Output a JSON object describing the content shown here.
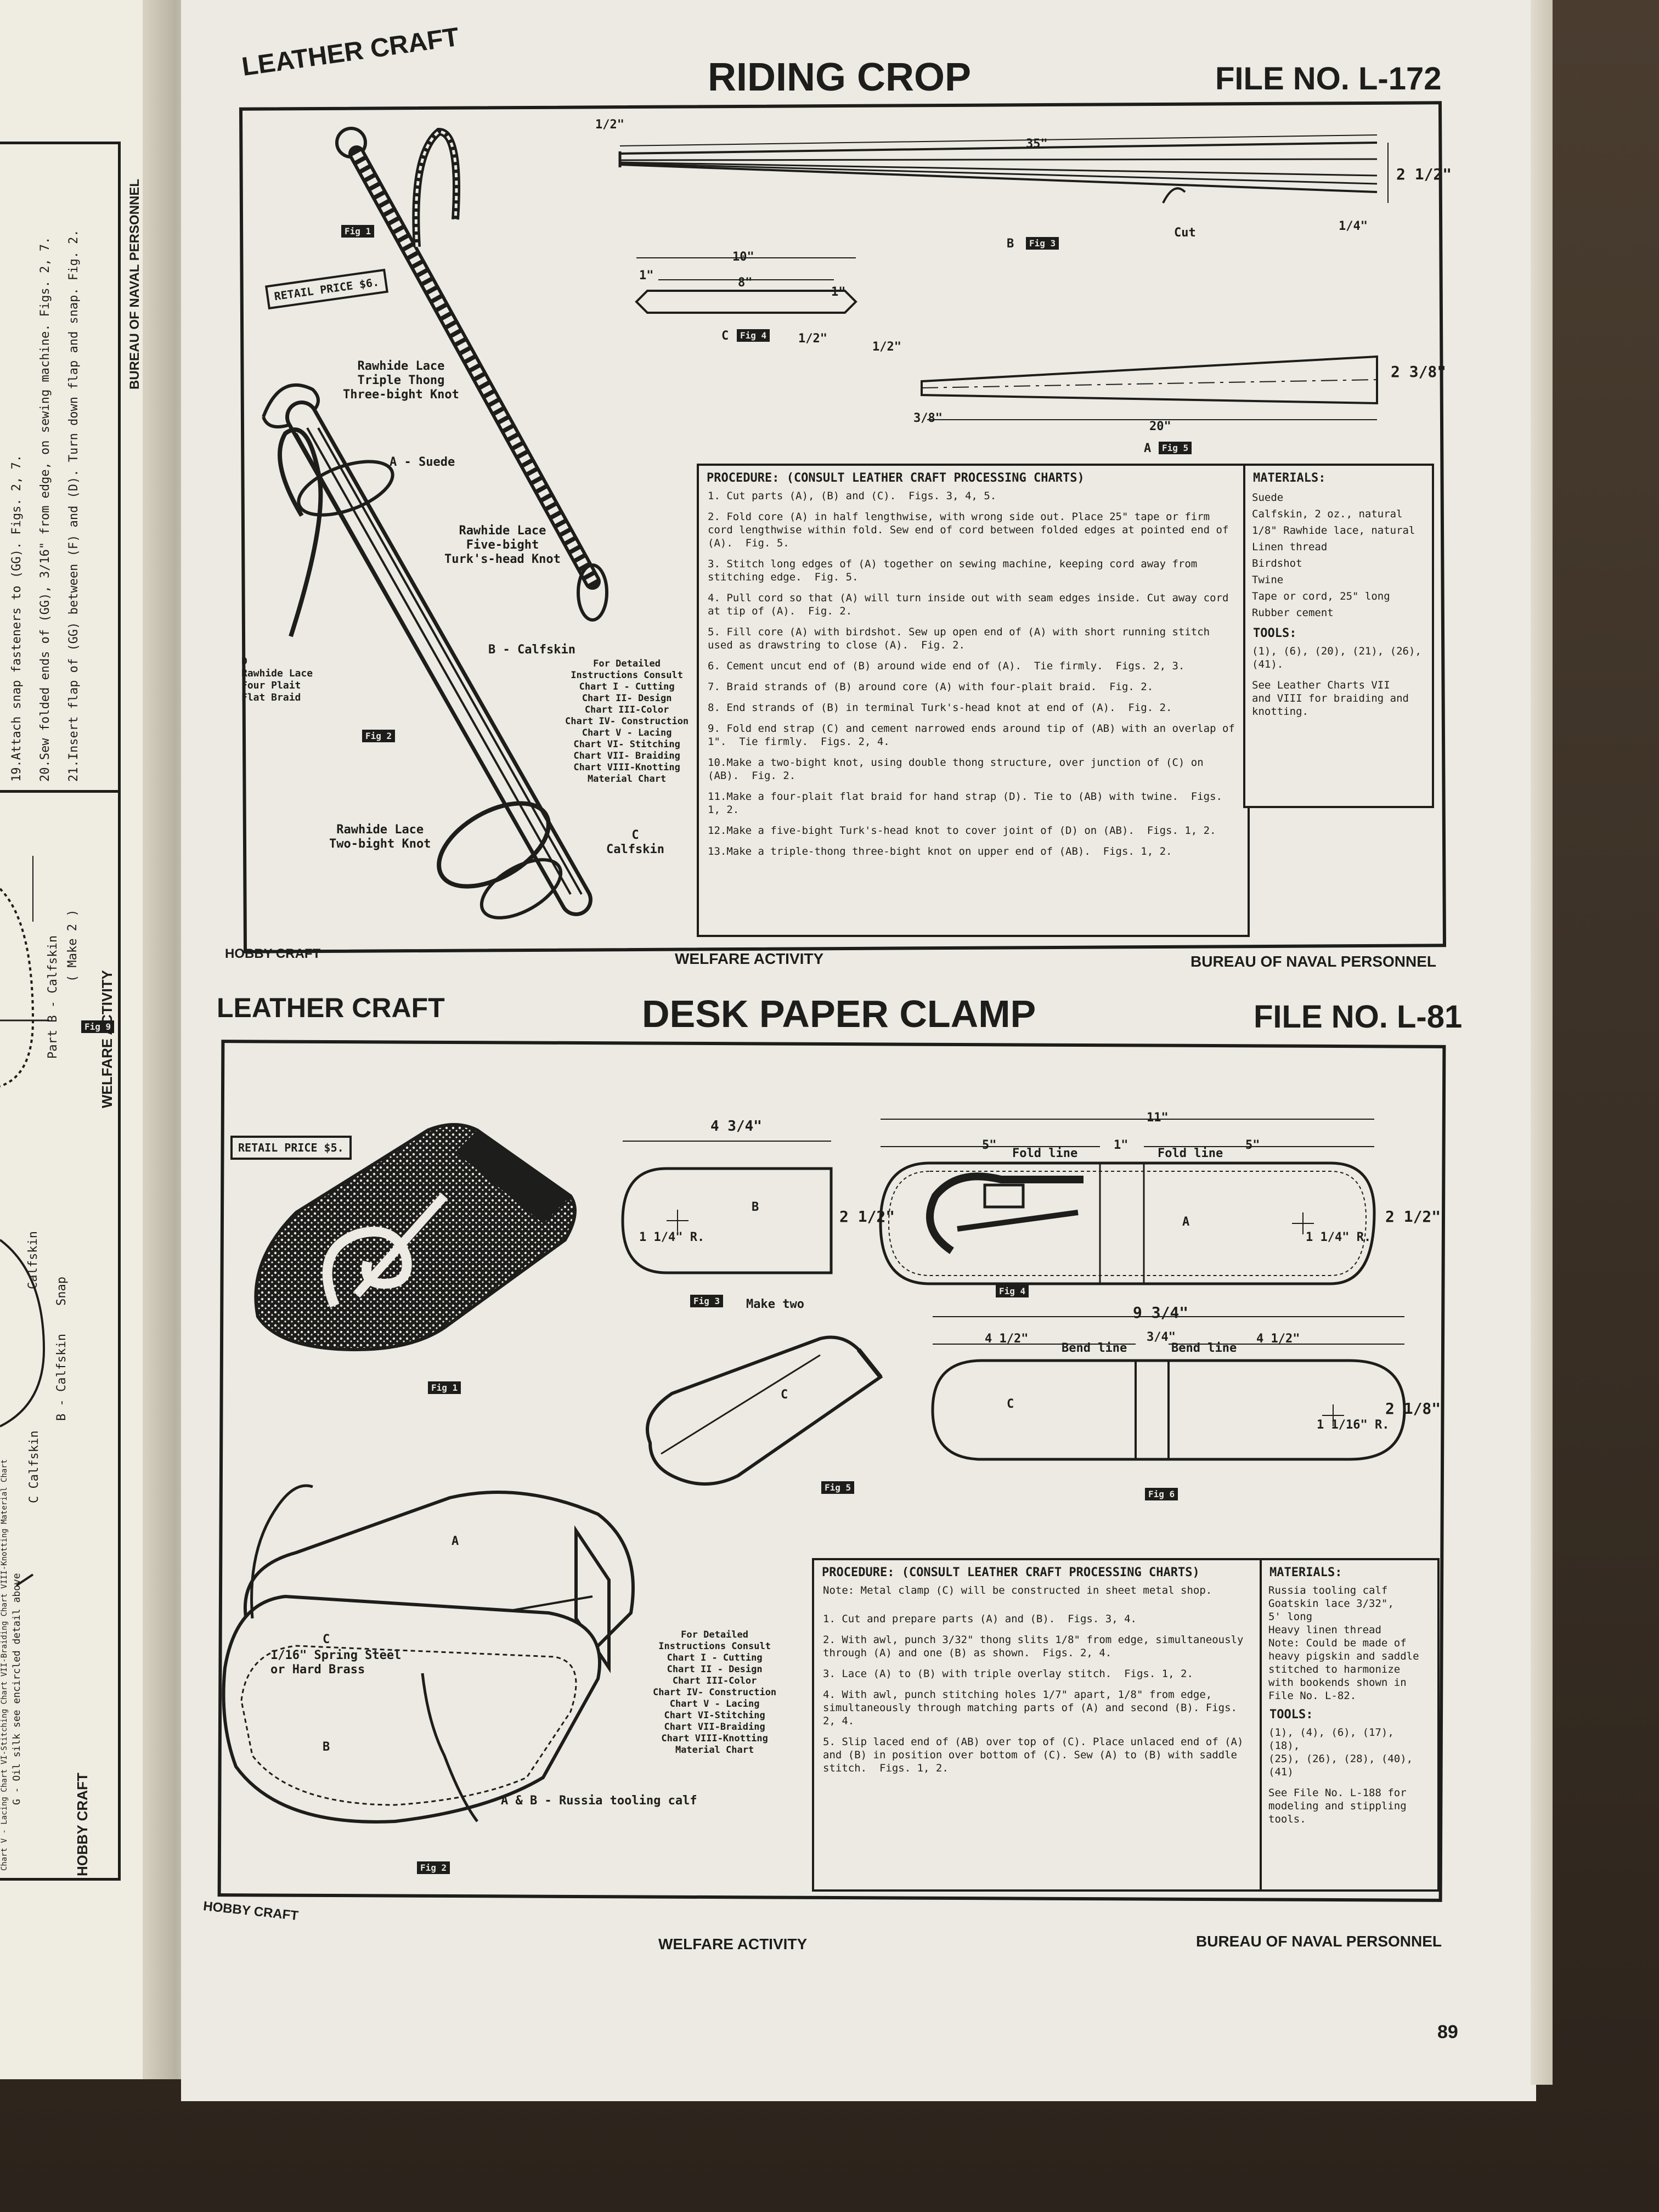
{
  "left_page": {
    "bureau": "BUREAU OF NAVAL PERSONNEL",
    "welfare": "WELFARE ACTIVITY",
    "hobby": "HOBBY CRAFT",
    "steps": [
      "19.Attach snap fasteners to (GG). Figs. 2, 7.",
      "20.Sew folded ends of (GG), 3/16\" from edge, on sewing machine. Figs. 2, 7.",
      "21.Insert flap of (GG) between (F) and (D). Turn down flap and snap. Fig. 2."
    ],
    "part_b": "Part B - Calfskin",
    "fig9": "Fig 9",
    "make2": "( Make 2 )",
    "calfskin": "Calfskin",
    "snap": "Snap",
    "b_calfskin": "B - Calfskin",
    "c_calfskin": "C Calfskin",
    "g_oil": "G - Oil silk see encircled detail above",
    "charts": "Chart V - Lacing  Chart VI-Stitching  Chart VII-Braiding  Chart VIII-Knotting  Material Chart"
  },
  "top": {
    "craft": "LEATHER CRAFT",
    "title": "RIDING CROP",
    "file": "FILE NO. L-172",
    "retail": "RETAIL PRICE  $6.",
    "fig1": "Fig 1",
    "fig2": "Fig 2",
    "fig3": "Fig 3",
    "fig4": "Fig 4",
    "fig5": "Fig 5",
    "labels": {
      "rawhide_triple": "Rawhide Lace\nTriple Thong\nThree-bight Knot",
      "a_suede": "A - Suede",
      "rawhide_five": "Rawhide Lace\nFive-bight\nTurk's-head Knot",
      "b_calfskin": "B - Calfskin",
      "d_braid": "D\nRawhide Lace\nFour Plait\nFlat Braid",
      "detailed": "For Detailed\nInstructions Consult\nChart I - Cutting\nChart II- Design\nChart III-Color\nChart IV- Construction\nChart V - Lacing\nChart VI- Stitching\nChart VII- Braiding\nChart VIII-Knotting\nMaterial Chart",
      "two_bight": "Rawhide Lace\nTwo-bight Knot",
      "c_calfskin": "C\nCalfskin",
      "dim_35": "35\"",
      "dim_half": "1/2\"",
      "dim_2half": "2 1/2\"",
      "dim_quarter": "1/4\"",
      "cut": "Cut",
      "b": "B",
      "dim_10": "10\"",
      "dim_8": "8\"",
      "dim_1a": "1\"",
      "dim_1b": "1\"",
      "c": "C",
      "dim_half2": "1/2\"",
      "dim_half3": "1/2\"",
      "dim_2_3_8": "2 3/8\"",
      "dim_3_8": "3/8\"",
      "dim_20": "20\"",
      "a": "A"
    },
    "procedure_title": "PROCEDURE:  (CONSULT LEATHER CRAFT PROCESSING CHARTS)",
    "procedure": [
      "1. Cut parts (A), (B) and (C).  Figs. 3, 4, 5.",
      "2. Fold core (A) in half lengthwise, with wrong side out. Place 25\" tape or firm cord lengthwise within fold. Sew end of cord between folded edges at pointed end of (A).  Fig. 5.",
      "3. Stitch long edges of (A) together on sewing machine, keeping cord away from stitching edge.  Fig. 5.",
      "4. Pull cord so that (A) will turn inside out with seam edges inside. Cut away cord at tip of (A).  Fig. 2.",
      "5. Fill core (A) with birdshot. Sew up open end of (A) with short running stitch used as drawstring to close (A).  Fig. 2.",
      "6. Cement uncut end of (B) around wide end of (A).  Tie firmly.  Figs. 2, 3.",
      "7. Braid strands of (B) around core (A) with four-plait braid.  Fig. 2.",
      "8. End strands of (B) in terminal Turk's-head knot at end of (A).  Fig. 2.",
      "9. Fold end strap (C) and cement narrowed ends around tip of (AB) with an overlap of 1\".  Tie firmly.  Figs. 2, 4.",
      "10.Make a two-bight knot, using double thong structure, over junction of (C) on (AB).  Fig. 2.",
      "11.Make a four-plait flat braid for hand strap (D). Tie to (AB) with twine.  Figs. 1, 2.",
      "12.Make a five-bight Turk's-head knot to cover joint of (D) on (AB).  Figs. 1, 2.",
      "13.Make a triple-thong three-bight knot on upper end of (AB).  Figs. 1, 2."
    ],
    "materials_title": "MATERIALS:",
    "materials": "Suede\nCalfskin, 2 oz., natural\n1/8\" Rawhide lace, natural\nLinen thread\nBirdshot\nTwine\nTape or cord, 25\" long\nRubber cement",
    "tools_title": "TOOLS:",
    "tools": "(1), (6), (20), (21), (26),\n(41).",
    "see": "See Leather Charts VII\nand VIII for braiding and\nknotting.",
    "footer_left": "HOBBY CRAFT",
    "footer_mid": "WELFARE ACTIVITY",
    "footer_right": "BUREAU OF NAVAL PERSONNEL"
  },
  "bottom": {
    "craft": "LEATHER CRAFT",
    "title": "DESK PAPER CLAMP",
    "file": "FILE NO. L-81",
    "retail": "RETAIL PRICE  $5.",
    "fig1": "Fig 1",
    "fig2": "Fig 2",
    "fig3": "Fig 3",
    "fig4": "Fig 4",
    "fig5": "Fig 5",
    "fig6": "Fig 6",
    "labels": {
      "dim_4_3_4": "4 3/4\"",
      "b": "B",
      "dim_2half": "2 1/2\"",
      "dim_1_1_4_r": "1 1/4\" R.",
      "make_two": "Make two",
      "dim_11": "11\"",
      "dim_5a": "5\"",
      "dim_1": "1\"",
      "dim_5b": "5\"",
      "fold_line_a": "Fold line",
      "fold_line_b": "Fold line",
      "a": "A",
      "dim_1_1_4_r2": "1 1/4\" R.",
      "dim_2half2": "2 1/2\"",
      "c": "C",
      "dim_9_3_4": "9 3/4\"",
      "dim_4_1_2a": "4 1/2\"",
      "dim_3_4": "3/4\"",
      "dim_4_1_2b": "4 1/2\"",
      "bend_line_a": "Bend line",
      "bend_line_b": "Bend line",
      "c2": "C",
      "dim_1_1_16_r": "1 1/16\" R.",
      "dim_2_1_8": "2 1/8\"",
      "a_big": "A",
      "c_big": "C",
      "spring": "1/16\" Spring Steel\nor Hard Brass",
      "b_big": "B",
      "ab_russia": "A & B - Russia tooling calf",
      "detailed": "For Detailed\nInstructions Consult\nChart I - Cutting\nChart II - Design\nChart III-Color\nChart IV- Construction\nChart V - Lacing\nChart VI-Stitching\nChart VII-Braiding\nChart VIII-Knotting\nMaterial Chart"
    },
    "procedure_title": "PROCEDURE: (CONSULT LEATHER CRAFT PROCESSING CHARTS)",
    "note": "Note: Metal clamp (C) will be constructed in sheet metal shop.",
    "procedure": [
      "1. Cut and prepare parts (A) and (B).  Figs. 3, 4.",
      "2. With awl, punch 3/32\" thong slits 1/8\" from edge, simultaneously through (A) and one (B) as shown.  Figs. 2, 4.",
      "3. Lace (A) to (B) with triple overlay stitch.  Figs. 1, 2.",
      "4. With awl, punch stitching holes 1/7\" apart, 1/8\" from edge, simultaneously through matching parts of (A) and second (B). Figs. 2, 4.",
      "5. Slip laced end of (AB) over top of (C). Place unlaced end of (A) and (B) in position over bottom of (C). Sew (A) to (B) with saddle stitch.  Figs. 1, 2."
    ],
    "materials_title": "MATERIALS:",
    "materials": "Russia tooling calf\nGoatskin lace 3/32\",\n5' long\nHeavy linen thread\nNote: Could be made of\nheavy pigskin and saddle\nstitched to harmonize\nwith bookends shown in\nFile No. L-82.",
    "tools_title": "TOOLS:",
    "tools": "(1), (4), (6), (17), (18),\n(25), (26), (28), (40), (41)",
    "see": "See File No. L-188 for\nmodeling and stippling\ntools.",
    "footer_left": "HOBBY CRAFT",
    "footer_mid": "WELFARE ACTIVITY",
    "footer_right": "BUREAU OF NAVAL PERSONNEL"
  },
  "page_number": "89"
}
